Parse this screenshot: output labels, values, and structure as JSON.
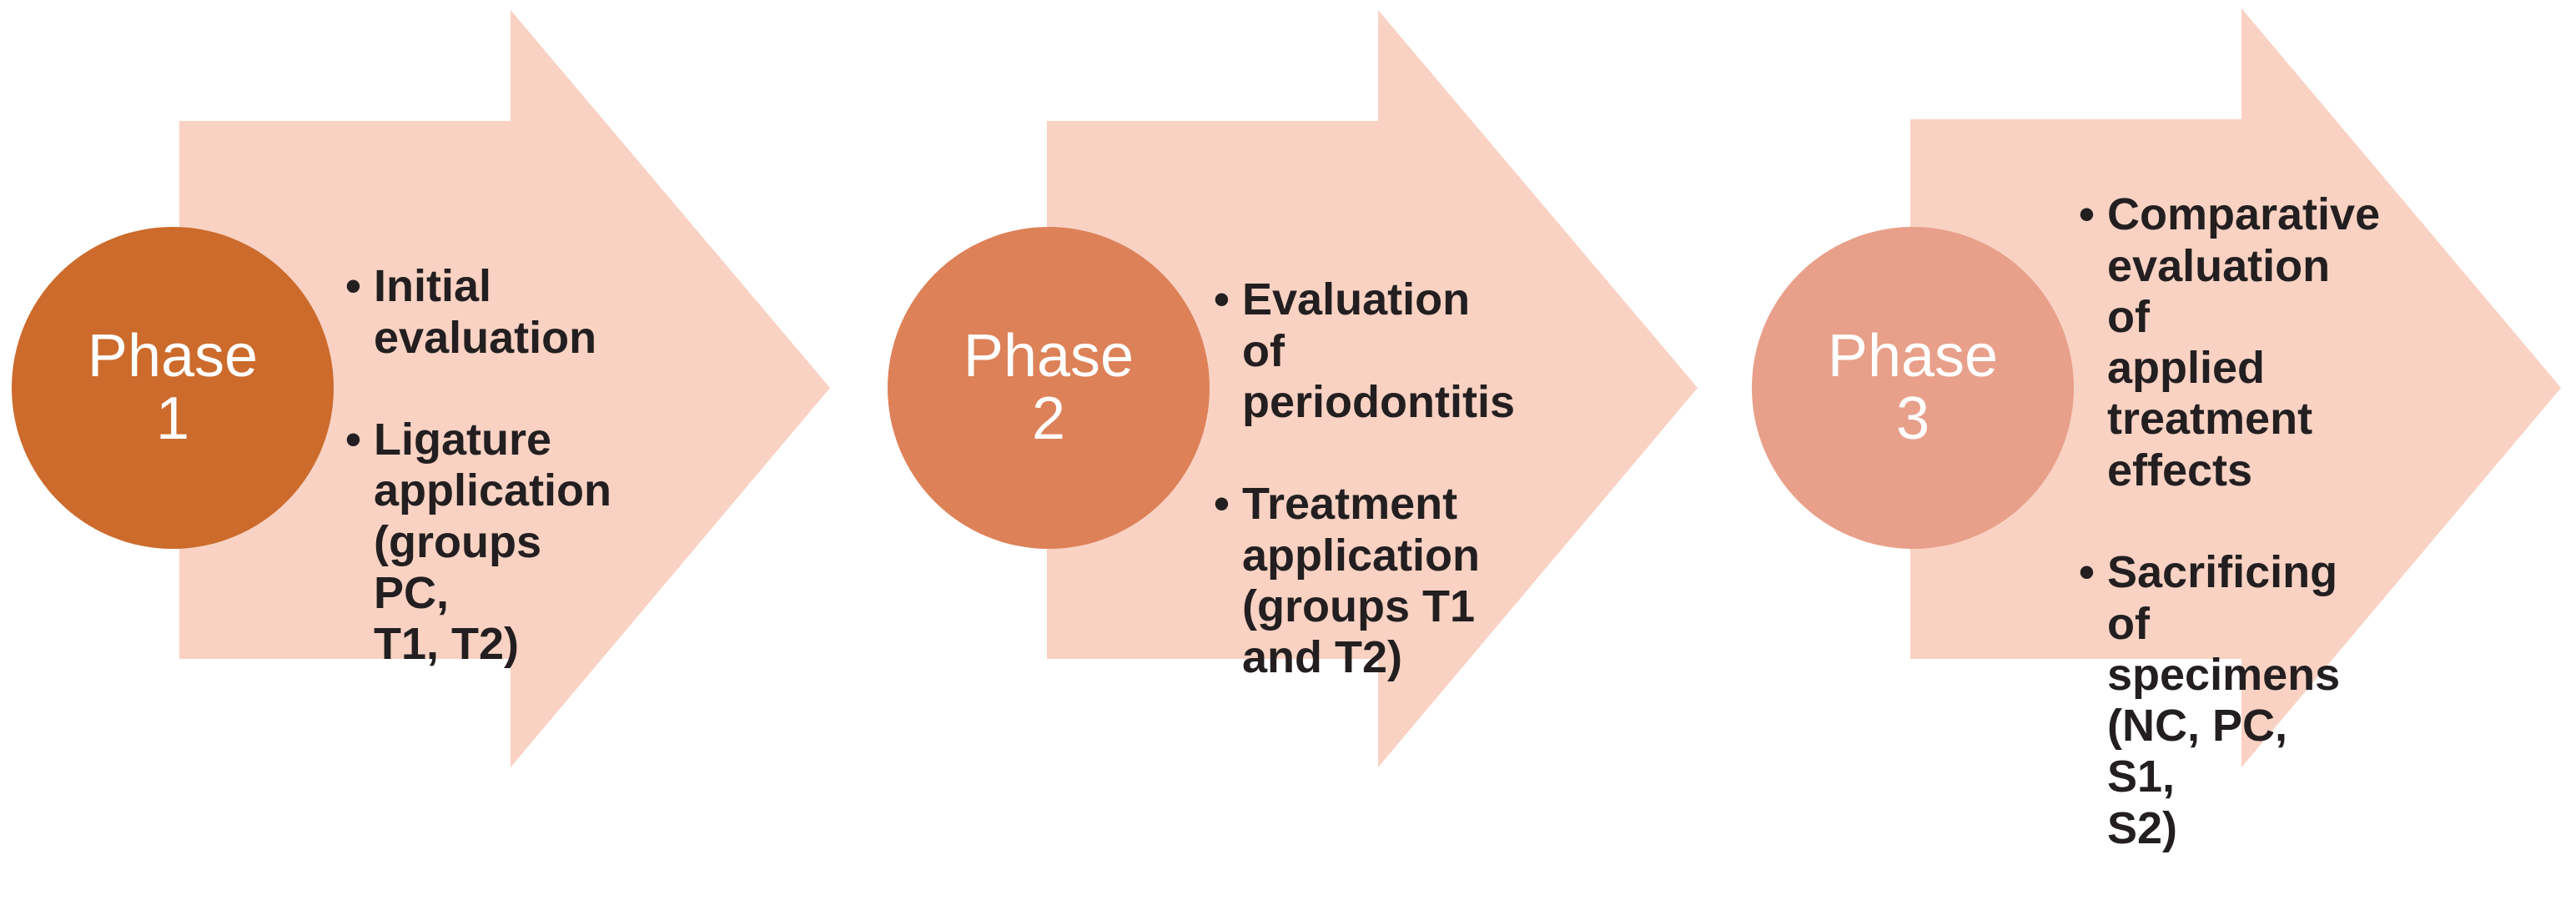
{
  "diagram": {
    "title": "Three-phase experimental study flow",
    "background_color": "#FFFFFF",
    "arrow_fill": "#F9D2C3",
    "text_color": "#231F20",
    "bullet_glyph": "•"
  },
  "phases": [
    {
      "id": "phase-1",
      "circle_label": "Phase",
      "circle_number": "1",
      "circle_color": "#CC6B2C",
      "circle_text_color": "#FFFFFF",
      "bullets": [
        "Initial\nevaluation",
        "Ligature\napplication\n(groups PC,\nT1, T2)"
      ]
    },
    {
      "id": "phase-2",
      "circle_label": "Phase",
      "circle_number": "2",
      "circle_color": "#DD8159",
      "circle_text_color": "#FFFFFF",
      "bullets": [
        "Evaluation of\nperiodontitis",
        "Treatment\napplication\n(groups T1\nand T2)"
      ]
    },
    {
      "id": "phase-3",
      "circle_label": "Phase",
      "circle_number": "3",
      "circle_color": "#E8A08A",
      "circle_text_color": "#FFFFFF",
      "bullets": [
        "Comparative\nevaluation of\napplied\ntreatment\neffects",
        "Sacrificing of\nspecimens\n(NC, PC, S1,\nS2)"
      ]
    }
  ]
}
